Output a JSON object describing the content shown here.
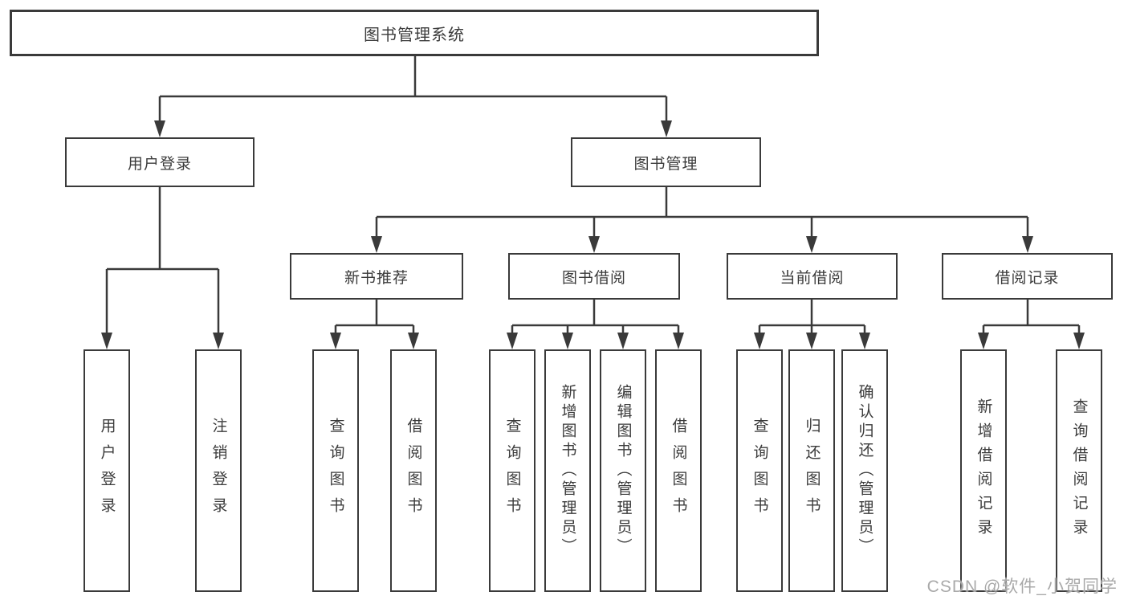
{
  "tree": {
    "root": {
      "label": "图书管理系统"
    },
    "branches": [
      {
        "label": "用户登录",
        "children": [
          {
            "label": "用户登录"
          },
          {
            "label": "注销登录"
          }
        ]
      },
      {
        "label": "图书管理",
        "children": [
          {
            "label": "新书推荐",
            "children": [
              {
                "label": "查询图书"
              },
              {
                "label": "借阅图书"
              }
            ]
          },
          {
            "label": "图书借阅",
            "children": [
              {
                "label": "查询图书"
              },
              {
                "label": "新增图书（管理员）"
              },
              {
                "label": "编辑图书（管理员）"
              },
              {
                "label": "借阅图书"
              }
            ]
          },
          {
            "label": "当前借阅",
            "children": [
              {
                "label": "查询图书"
              },
              {
                "label": "归还图书"
              },
              {
                "label": "确认归还（管理员）"
              }
            ]
          },
          {
            "label": "借阅记录",
            "children": [
              {
                "label": "新增借阅记录"
              },
              {
                "label": "查询借阅记录"
              }
            ]
          }
        ]
      }
    ]
  },
  "watermark": {
    "text": "CSDN @软件_小贺同学"
  },
  "colors": {
    "line": "#3a3a3a",
    "text": "#3b3b3b",
    "background": "#ffffff",
    "watermark": "#a9a9a9"
  }
}
